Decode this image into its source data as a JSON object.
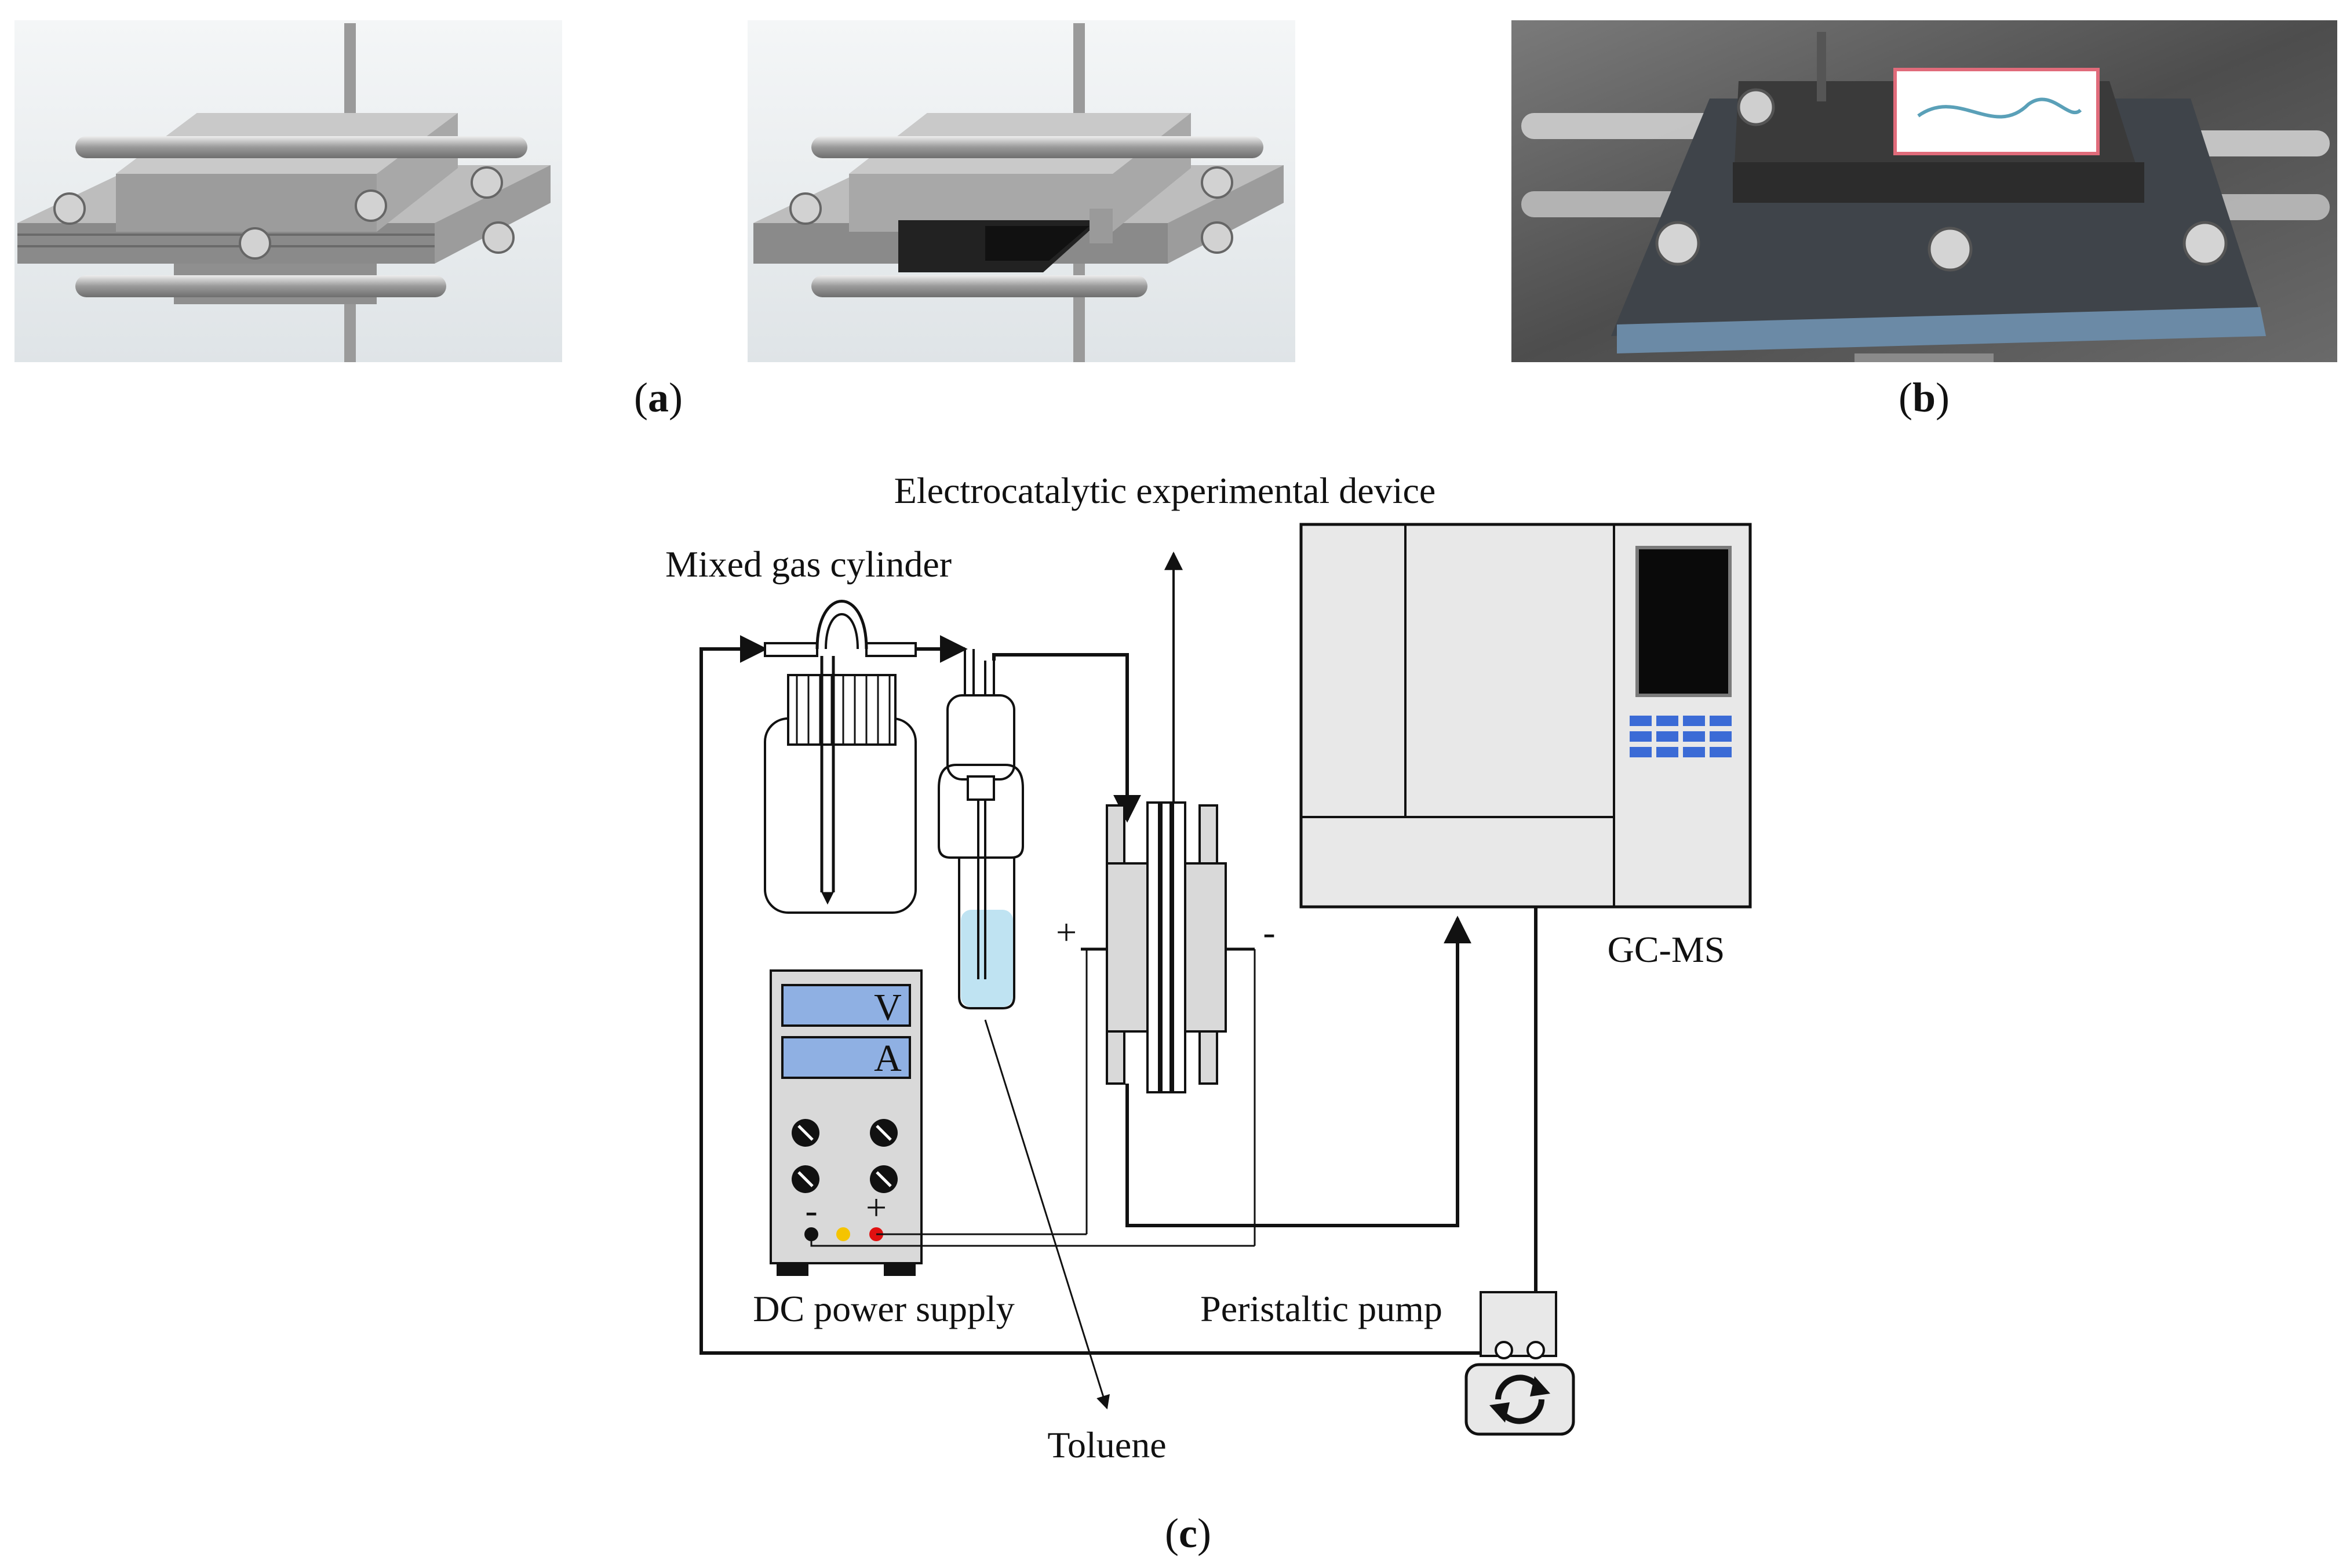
{
  "panels": {
    "a": {
      "label_open": "(",
      "letter": "a",
      "label_close": ")"
    },
    "b": {
      "label_open": "(",
      "letter": "b",
      "label_close": ")"
    },
    "c": {
      "label_open": "(",
      "letter": "c",
      "label_close": ")"
    }
  },
  "schematic": {
    "electrocatalytic_device": "Electrocatalytic experimental device",
    "mixed_gas_cylinder": "Mixed gas cylinder",
    "gcms": "GC-MS",
    "dc_power_supply": "DC power supply",
    "peristaltic_pump": "Peristaltic pump",
    "toluene": "Toluene",
    "meter_v": "V",
    "meter_a": "A",
    "pole_plus": "+",
    "pole_minus": "-",
    "psu_minus": "-",
    "psu_plus": "+"
  },
  "colors": {
    "psu_display": "#8fb0e3",
    "gcms_keys": "#3b6bd6",
    "terminal_red": "#e01010",
    "terminal_yellow": "#f5c400",
    "render_bg": "#e8ecef",
    "metal": "#b9b9b9",
    "photo_bg": "#5a5a5a",
    "liquid": "#bfe3f2"
  },
  "icons": {
    "pump_rotor": "rotation-arrows-icon"
  }
}
